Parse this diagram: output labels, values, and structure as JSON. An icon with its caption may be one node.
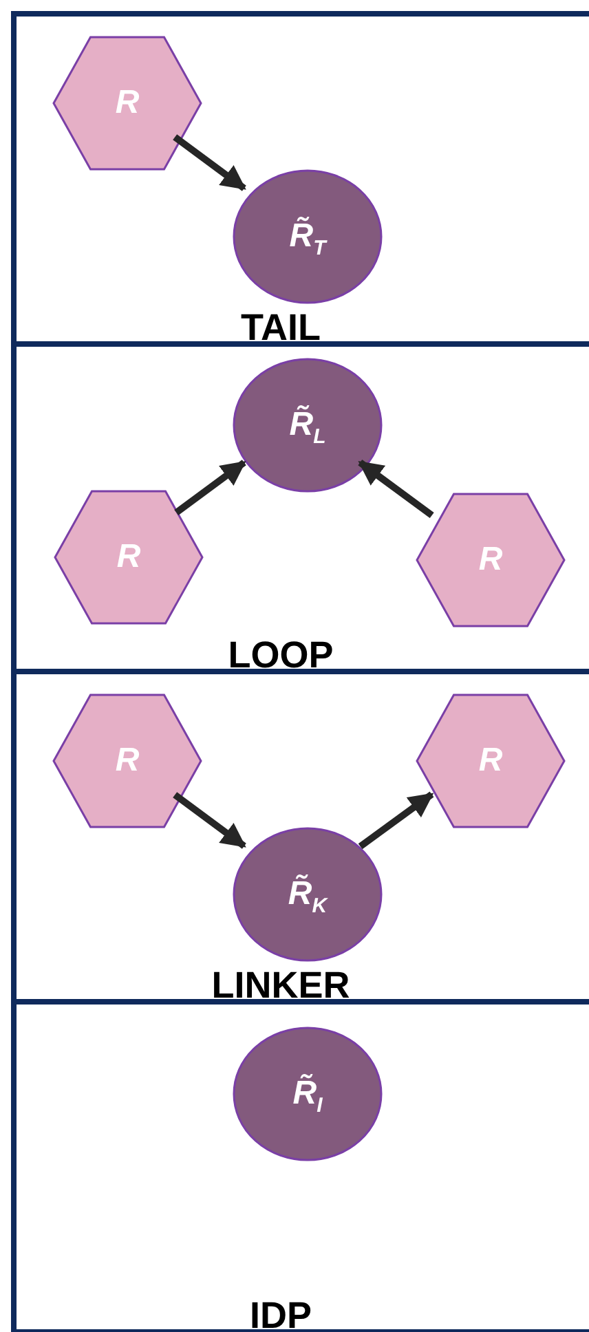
{
  "diagram": {
    "nodes": [
      {
        "text": [
          "TAIL"
        ]
      },
      {
        "text": [
          "R"
        ],
        "in": 0
      },
      {
        "text": [
          "R̃$_{T}$"
        ],
        "in": 0
      },
      {
        "text": [
          "LOOP"
        ]
      },
      {
        "text": [
          "R̃$_{L}$"
        ],
        "in": 3
      },
      {
        "text": [
          "R"
        ],
        "in": 3
      },
      {
        "text": [
          "R"
        ],
        "in": 3
      },
      {
        "text": [
          "LINKER"
        ]
      },
      {
        "text": [
          "R"
        ],
        "in": 7
      },
      {
        "text": [
          "R̃$_{K}$"
        ],
        "in": 7
      },
      {
        "text": [
          "R"
        ],
        "in": 7
      },
      {
        "text": [
          "IDP"
        ]
      },
      {
        "text": [
          "R̃$_{I}$"
        ],
        "in": 11
      }
    ],
    "edges": [
      {
        "from": 1,
        "to": 2,
        "arrow": "to"
      },
      {
        "from": 5,
        "to": 4,
        "arrow": "to"
      },
      {
        "from": 6,
        "to": 4,
        "arrow": "to"
      },
      {
        "from": 8,
        "to": 9,
        "arrow": "to"
      },
      {
        "from": 9,
        "to": 10,
        "arrow": "to"
      }
    ]
  }
}
